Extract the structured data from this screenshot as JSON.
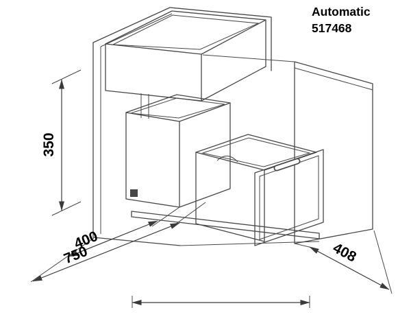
{
  "header": {
    "product_name": "Automatic",
    "product_number": "517468"
  },
  "dimensions": {
    "height": "350",
    "depth": "400",
    "total_depth": "750",
    "width": "408"
  },
  "drawing": {
    "line_color": "#474747",
    "dimension_line_color": "#3a3a3a",
    "text_color": "#000000",
    "background_color": "#ffffff"
  }
}
